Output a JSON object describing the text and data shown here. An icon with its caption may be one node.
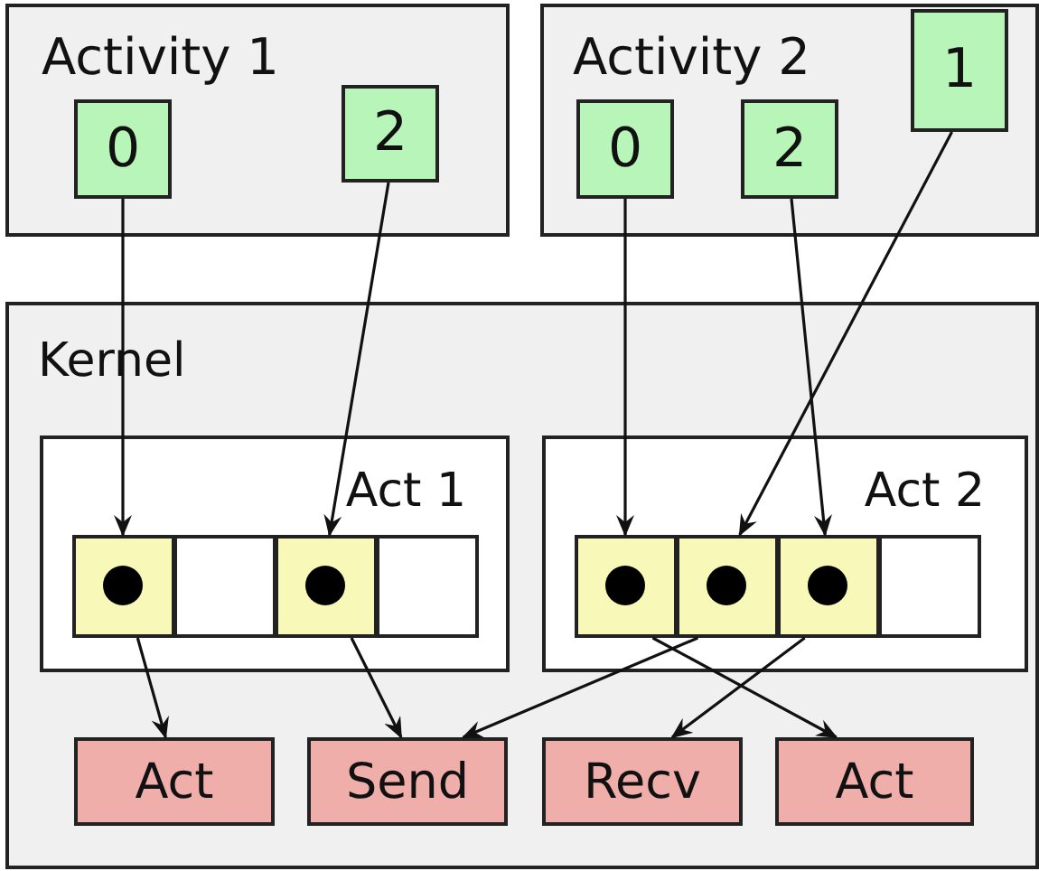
{
  "diagram": {
    "nodes": [
      {
        "text": [
          "Activity 1"
        ]
      },
      {
        "text": [
          "0"
        ],
        "in": 0
      },
      {
        "text": [
          "2"
        ],
        "in": 0
      },
      {
        "text": [
          "Activity 2"
        ]
      },
      {
        "text": [
          "0"
        ],
        "in": 3
      },
      {
        "text": [
          "2"
        ],
        "in": 3
      },
      {
        "text": [
          "1"
        ],
        "in": 3
      },
      {
        "text": [
          "Kernel"
        ]
      },
      {
        "text": [
          "Act 1"
        ],
        "in": 7
      },
      {
        "text": [],
        "shape": "box",
        "in": 8
      },
      {
        "text": [],
        "shape": "box",
        "in": 8
      },
      {
        "text": [],
        "shape": "box",
        "in": 8
      },
      {
        "text": [],
        "shape": "box",
        "in": 8
      },
      {
        "text": [
          "Act 2"
        ],
        "in": 7
      },
      {
        "text": [],
        "shape": "box",
        "in": 13
      },
      {
        "text": [],
        "shape": "box",
        "in": 13
      },
      {
        "text": [],
        "shape": "box",
        "in": 13
      },
      {
        "text": [],
        "shape": "box",
        "in": 13
      },
      {
        "text": [
          "Act"
        ],
        "in": 7
      },
      {
        "text": [
          "Send"
        ],
        "in": 7
      },
      {
        "text": [
          "Recv"
        ],
        "in": 7
      },
      {
        "text": [
          "Act"
        ],
        "in": 7
      }
    ],
    "edges": [
      {
        "from": 1,
        "to": 9,
        "arrow": "to"
      },
      {
        "from": 2,
        "to": 11,
        "arrow": "to"
      },
      {
        "from": 4,
        "to": 14,
        "arrow": "to"
      },
      {
        "from": 6,
        "to": 15,
        "arrow": "to"
      },
      {
        "from": 5,
        "to": 16,
        "arrow": "to"
      },
      {
        "from": 9,
        "to": 18,
        "arrow": "to"
      },
      {
        "from": 11,
        "to": 19,
        "arrow": "to"
      },
      {
        "from": 15,
        "to": 19,
        "arrow": "to"
      },
      {
        "from": 16,
        "to": 20,
        "arrow": "to"
      },
      {
        "from": 14,
        "to": 21,
        "arrow": "to"
      }
    ]
  }
}
